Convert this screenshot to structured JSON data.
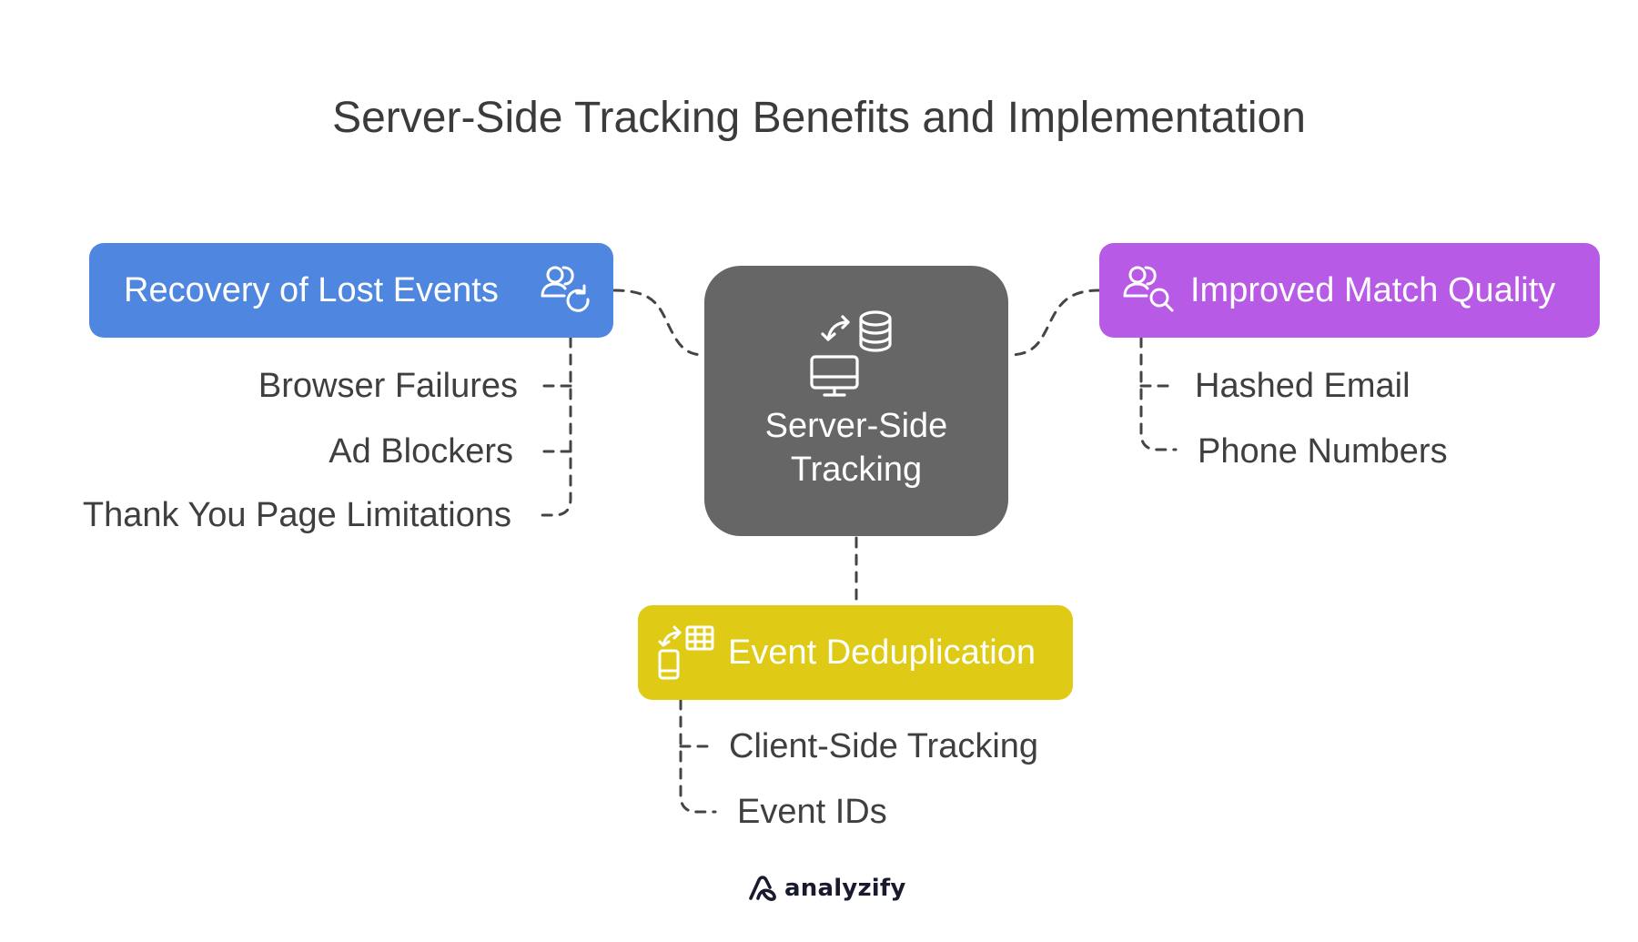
{
  "title": "Server-Side Tracking Benefits and Implementation",
  "center": {
    "label": "Server-Side Tracking",
    "icon": "server-database-sync-icon",
    "color": "#666666"
  },
  "branches": {
    "recovery": {
      "label": "Recovery of Lost Events",
      "icon": "users-refresh-icon",
      "color": "#4f87e0",
      "items": [
        "Browser Failures",
        "Ad Blockers",
        "Thank You Page Limitations"
      ]
    },
    "match": {
      "label": "Improved Match Quality",
      "icon": "users-search-icon",
      "color": "#b75ae6",
      "items": [
        "Hashed Email",
        "Phone Numbers"
      ]
    },
    "dedup": {
      "label": "Event Deduplication",
      "icon": "device-table-sync-icon",
      "color": "#dfca16",
      "items": [
        "Client-Side Tracking",
        "Event IDs"
      ]
    }
  },
  "logo": {
    "text": "analyzify",
    "icon": "analyzify-logo-icon"
  }
}
